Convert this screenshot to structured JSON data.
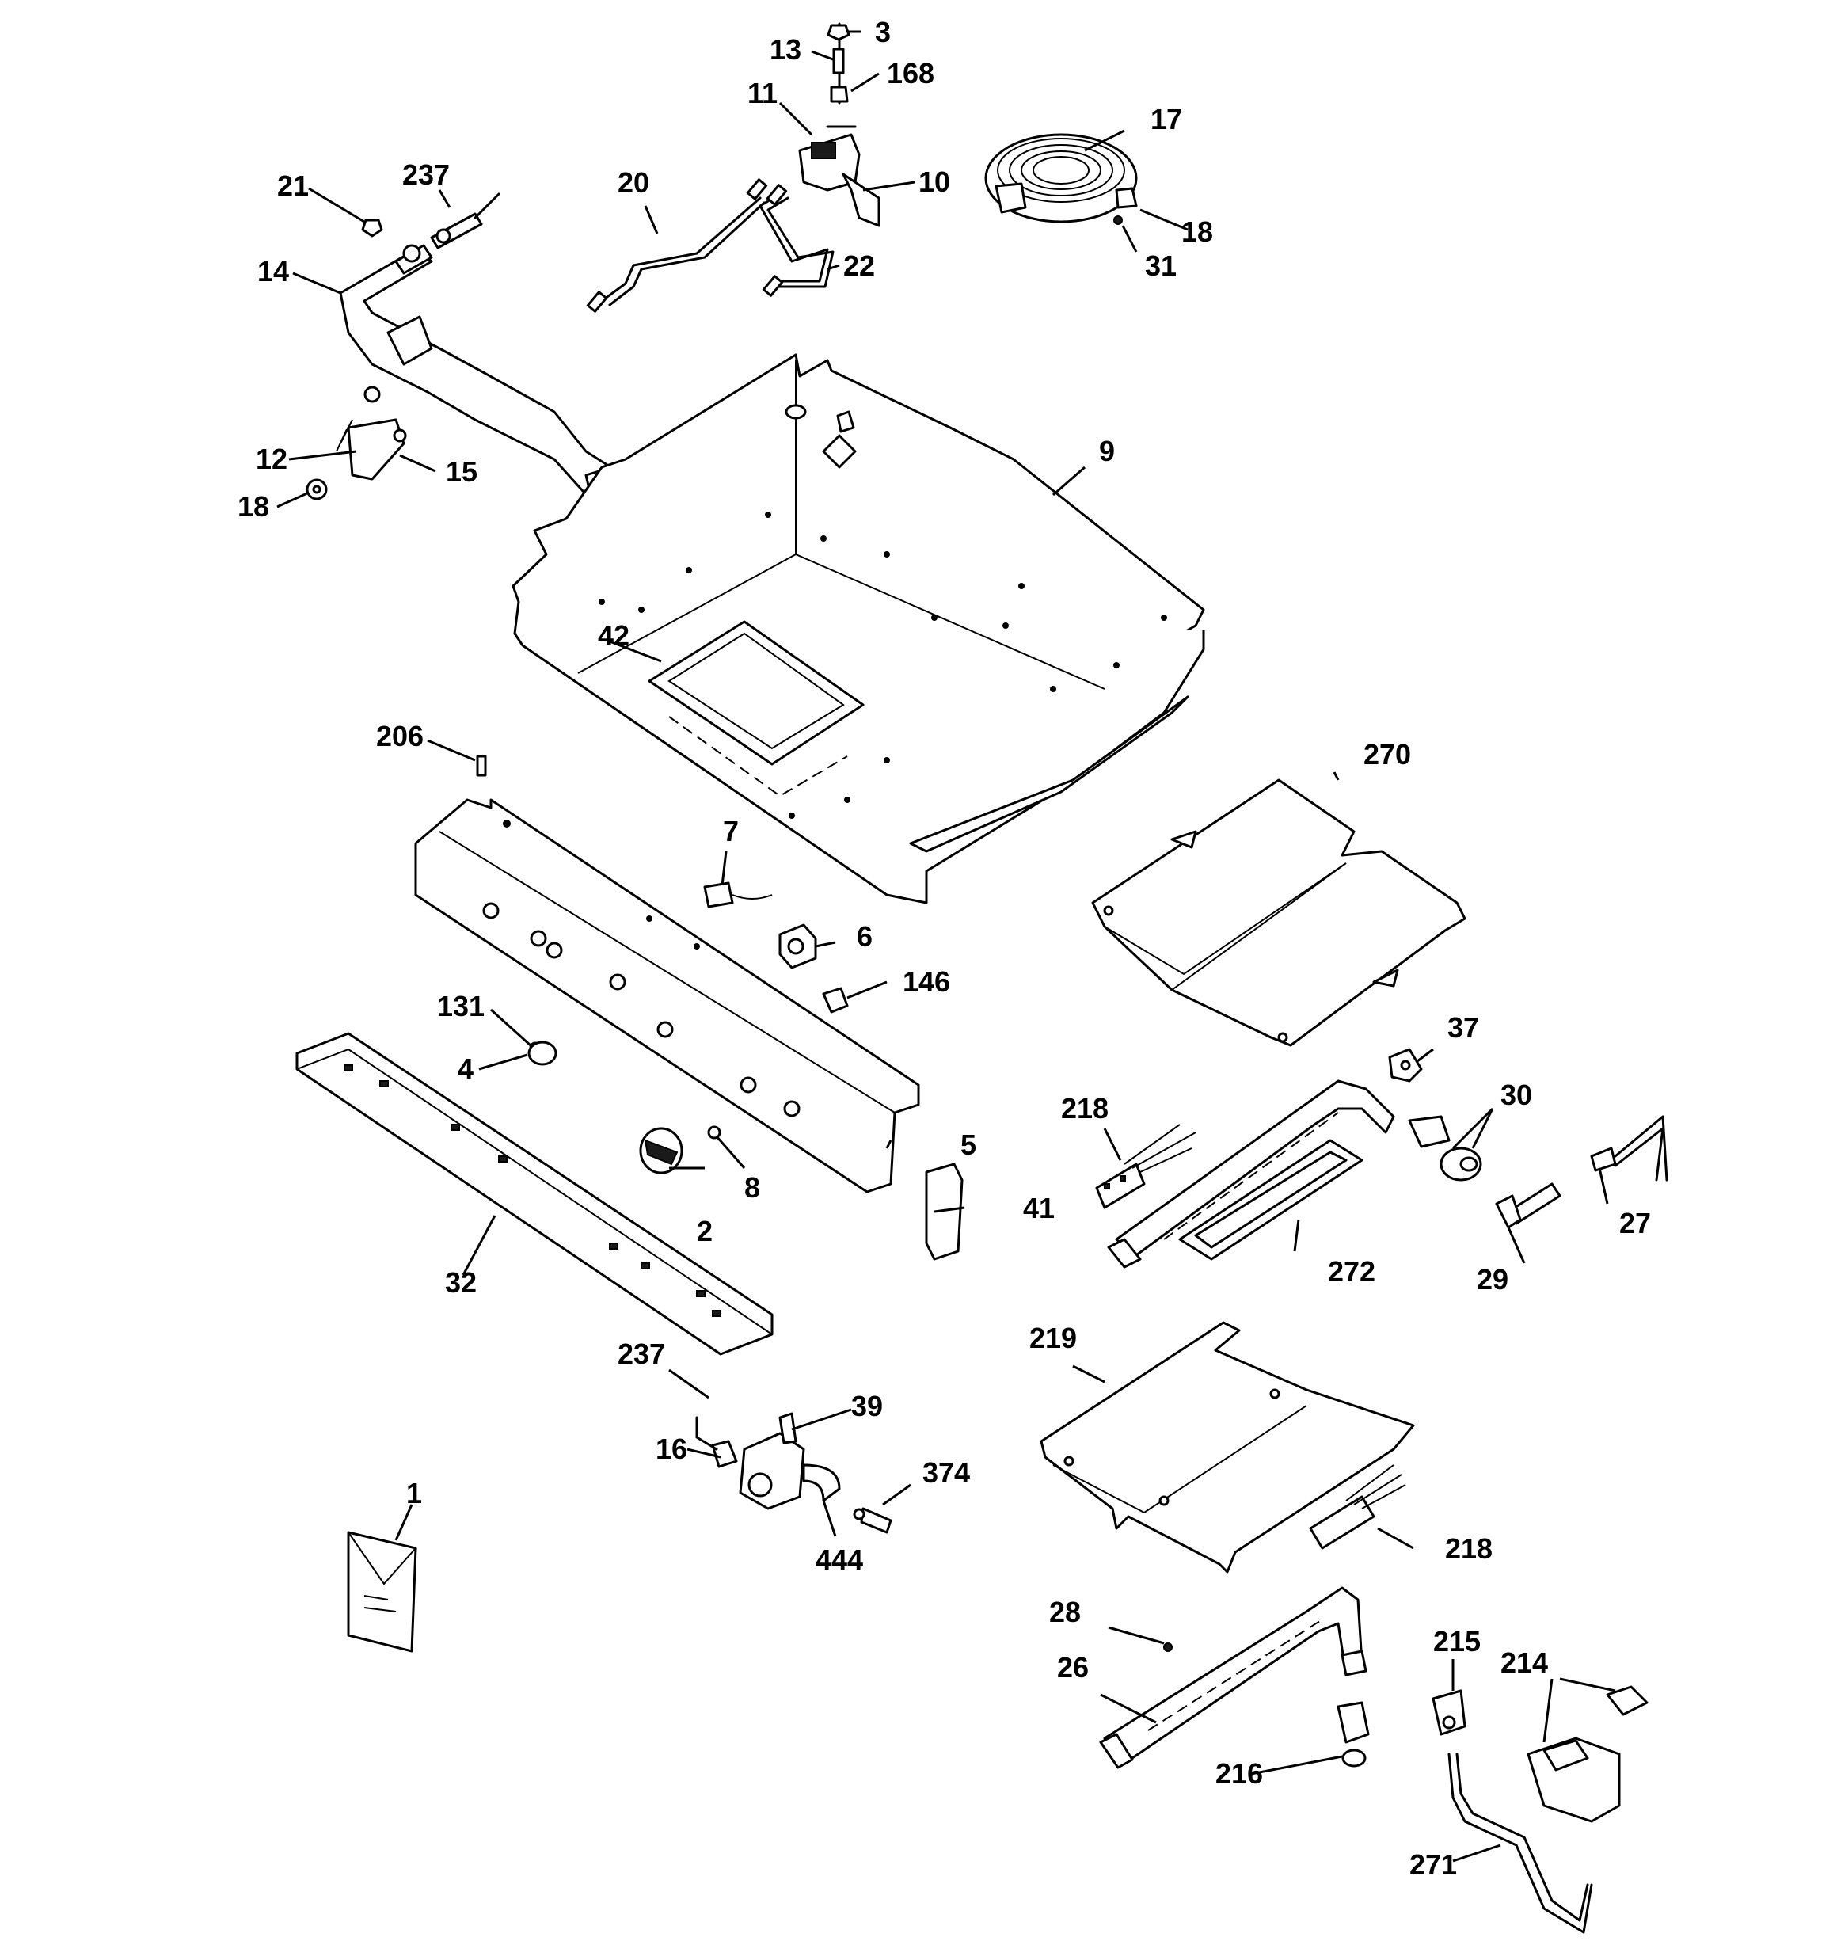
{
  "callouts": {
    "c1": "1",
    "c2": "2",
    "c3": "3",
    "c4": "4",
    "c5": "5",
    "c6": "6",
    "c7": "7",
    "c8": "8",
    "c9": "9",
    "c10": "10",
    "c11": "11",
    "c12": "12",
    "c13": "13",
    "c14": "14",
    "c15": "15",
    "c16": "16",
    "c17": "17",
    "c18a": "18",
    "c18b": "18",
    "c20": "20",
    "c21": "21",
    "c22": "22",
    "c26": "26",
    "c27": "27",
    "c28": "28",
    "c29": "29",
    "c30": "30",
    "c31": "31",
    "c32": "32",
    "c37": "37",
    "c39": "39",
    "c41": "41",
    "c42": "42",
    "c131": "131",
    "c146": "146",
    "c168": "168",
    "c206": "206",
    "c214": "214",
    "c215": "215",
    "c216": "216",
    "c218a": "218",
    "c218b": "218",
    "c219": "219",
    "c237a": "237",
    "c237b": "237",
    "c270": "270",
    "c271": "271",
    "c272": "272",
    "c374": "374",
    "c444": "444"
  }
}
